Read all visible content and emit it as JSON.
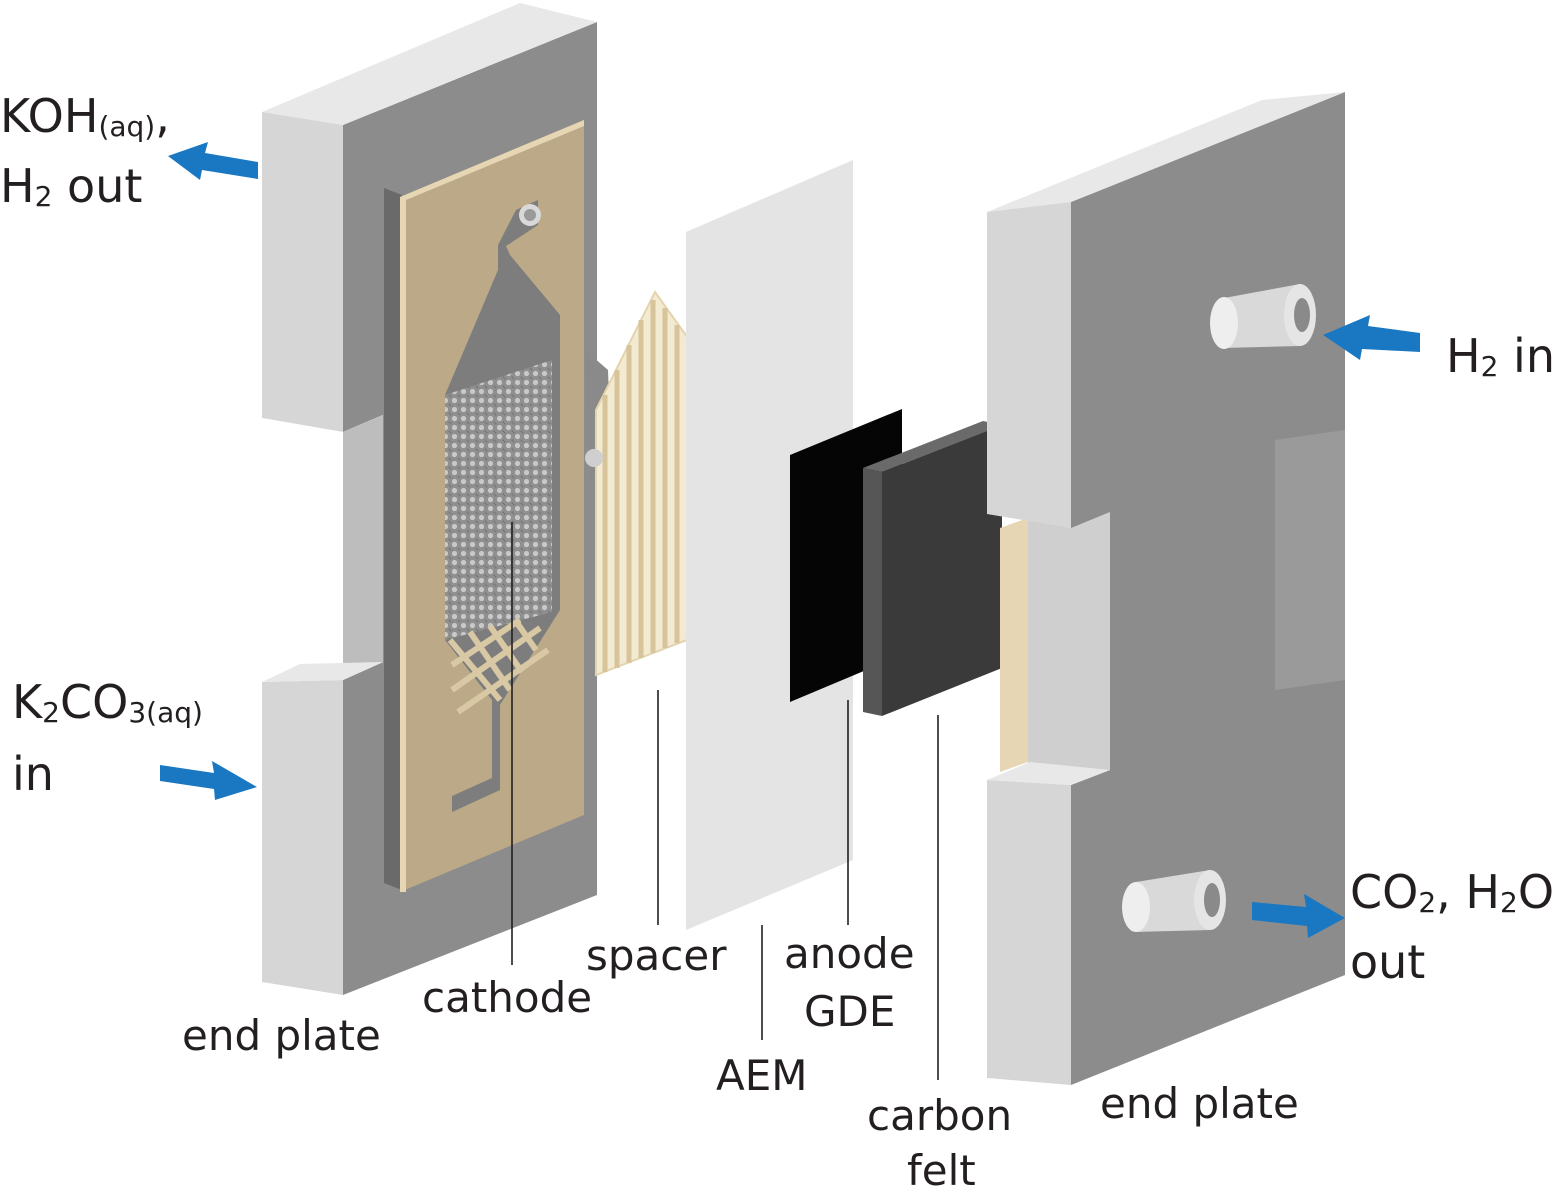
{
  "colors": {
    "plate_front": "#8c8c8c",
    "plate_light": "#d6d6d6",
    "plate_top": "#e8e8e8",
    "frame_tan": "#bba987",
    "frame_light": "#e6d6b4",
    "membrane": "#e4e4e4",
    "gde": "#050505",
    "felt_front": "#3a3a3a",
    "felt_side": "#565656",
    "arrow": "#1a78c2",
    "text": "#231f20"
  },
  "labels": {
    "koh_main": "KOH",
    "koh_sub": "(aq)",
    "koh_comma": ",",
    "h2_out_h": "H",
    "h2_out_sub": "2",
    "h2_out_rest": " out",
    "k2co3_k": "K",
    "k2co3_sub1": "2",
    "k2co3_co": "CO",
    "k2co3_sub2": "3(aq)",
    "k2co3_in": "in",
    "h2_in_h": "H",
    "h2_in_sub": "2",
    "h2_in_rest": " in",
    "co2_c": "CO",
    "co2_sub": "2",
    "co2_mid": ", H",
    "h2o_sub": "2",
    "h2o_o": "O",
    "co2_out": "out",
    "end_plate_left": "end plate",
    "cathode": "cathode",
    "spacer": "spacer",
    "aem": "AEM",
    "anode_l1": "anode",
    "anode_l2": "GDE",
    "carbon_l1": "carbon",
    "carbon_l2": "felt",
    "end_plate_right": "end plate"
  }
}
